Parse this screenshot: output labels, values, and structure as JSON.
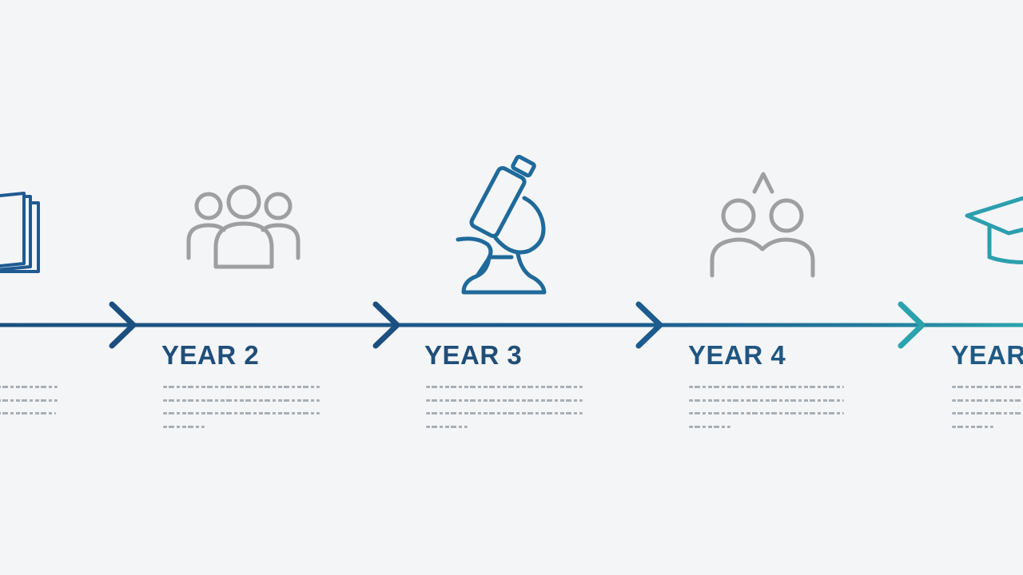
{
  "stages": [
    {
      "id": "year-1",
      "label": "",
      "icon": "book-icon",
      "color": "#1f5a92"
    },
    {
      "id": "year-2",
      "label": "YEAR 2",
      "icon": "group-people-icon",
      "color": "#9d9fa1"
    },
    {
      "id": "year-3",
      "label": "YEAR 3",
      "icon": "microscope-icon",
      "color": "#1f6a9a"
    },
    {
      "id": "year-4",
      "label": "YEAR 4",
      "icon": "collaboration-icon",
      "color": "#9d9fa1"
    },
    {
      "id": "year-5",
      "label": "YEAR",
      "icon": "graduation-cap-icon",
      "color": "#2c9fae"
    }
  ],
  "colors": {
    "background": "#f4f5f6",
    "timeline_dark": "#1b4f80",
    "timeline_teal": "#2aa3ad",
    "label_text": "#1f4e79",
    "placeholder_text": "#9aa3ab"
  }
}
